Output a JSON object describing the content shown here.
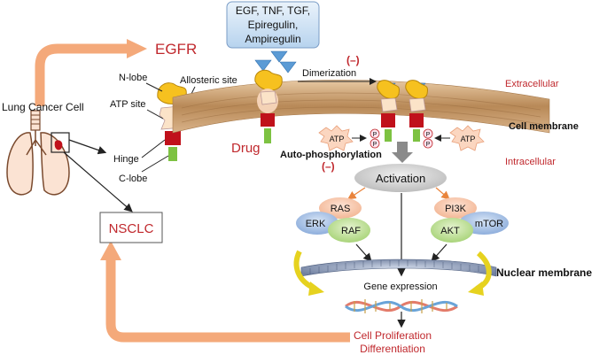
{
  "labels": {
    "lung_cancer_cell": "Lung Cancer Cell",
    "egfr": "EGFR",
    "nsclc": "NSCLC",
    "n_lobe": "N-lobe",
    "atp_site": "ATP site",
    "allosteric_site": "Allosteric site",
    "hinge": "Hinge",
    "c_lobe": "C-lobe",
    "drug": "Drug",
    "ligands": [
      "EGF, TNF, TGF,",
      "Epiregulin,",
      "Ampiregulin"
    ],
    "inhibit_top": "(–)",
    "dimerization": "Dimerization",
    "extracellular": "Extracellular",
    "intracellular": "Intracellular",
    "cell_membrane": "Cell membrane",
    "atp_left": "ATP",
    "atp_right": "ATP",
    "phospho": "P",
    "auto_phosphorylation": "Auto-phosphorylation",
    "inhibit_bottom": "(–)",
    "activation": "Activation",
    "ras": "RAS",
    "erk": "ERK",
    "raf": "RAF",
    "pi3k": "PI3K",
    "mtor": "mTOR",
    "akt": "AKT",
    "nuclear_membrane": "Nuclear membrane",
    "gene_expression": "Gene expression",
    "cell_proliferation": "Cell Proliferation",
    "differentiation": "Differentiation"
  },
  "colors": {
    "red_text": "#c0282d",
    "orange_arrow": "#f4a97a",
    "membrane": "#c49a6c",
    "dark_red": "#c0111b",
    "green": "#7dc242",
    "yellow": "#f6c11f",
    "blue_ligand": "#5b9bd5"
  }
}
